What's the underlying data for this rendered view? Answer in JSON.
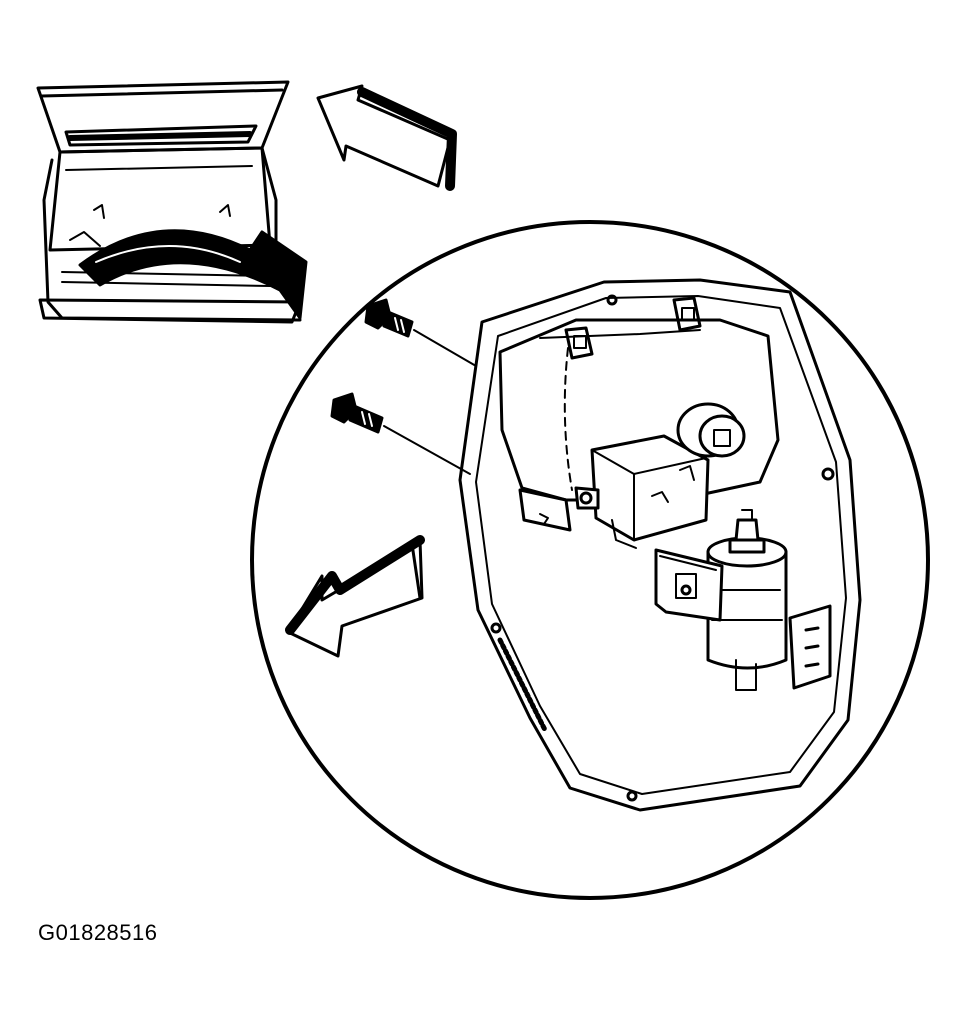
{
  "figure": {
    "id_label": "G01828516",
    "line_color": "#000000",
    "background_color": "#ffffff"
  },
  "parts": {
    "vehicle_rear_view": "vehicle-rear-liftgate-open",
    "detail_callout": "circular-detail-view",
    "bolts": [
      "upper-bolt",
      "lower-bolt"
    ],
    "components": [
      "mounting-bracket",
      "relay",
      "solenoid",
      "pump-motor",
      "electrical-connector",
      "wiring-clip"
    ]
  },
  "arrows": {
    "view_direction": "pointing-up-left",
    "open_direction": "curving-down-right",
    "removal_direction": "pointing-down-left"
  }
}
